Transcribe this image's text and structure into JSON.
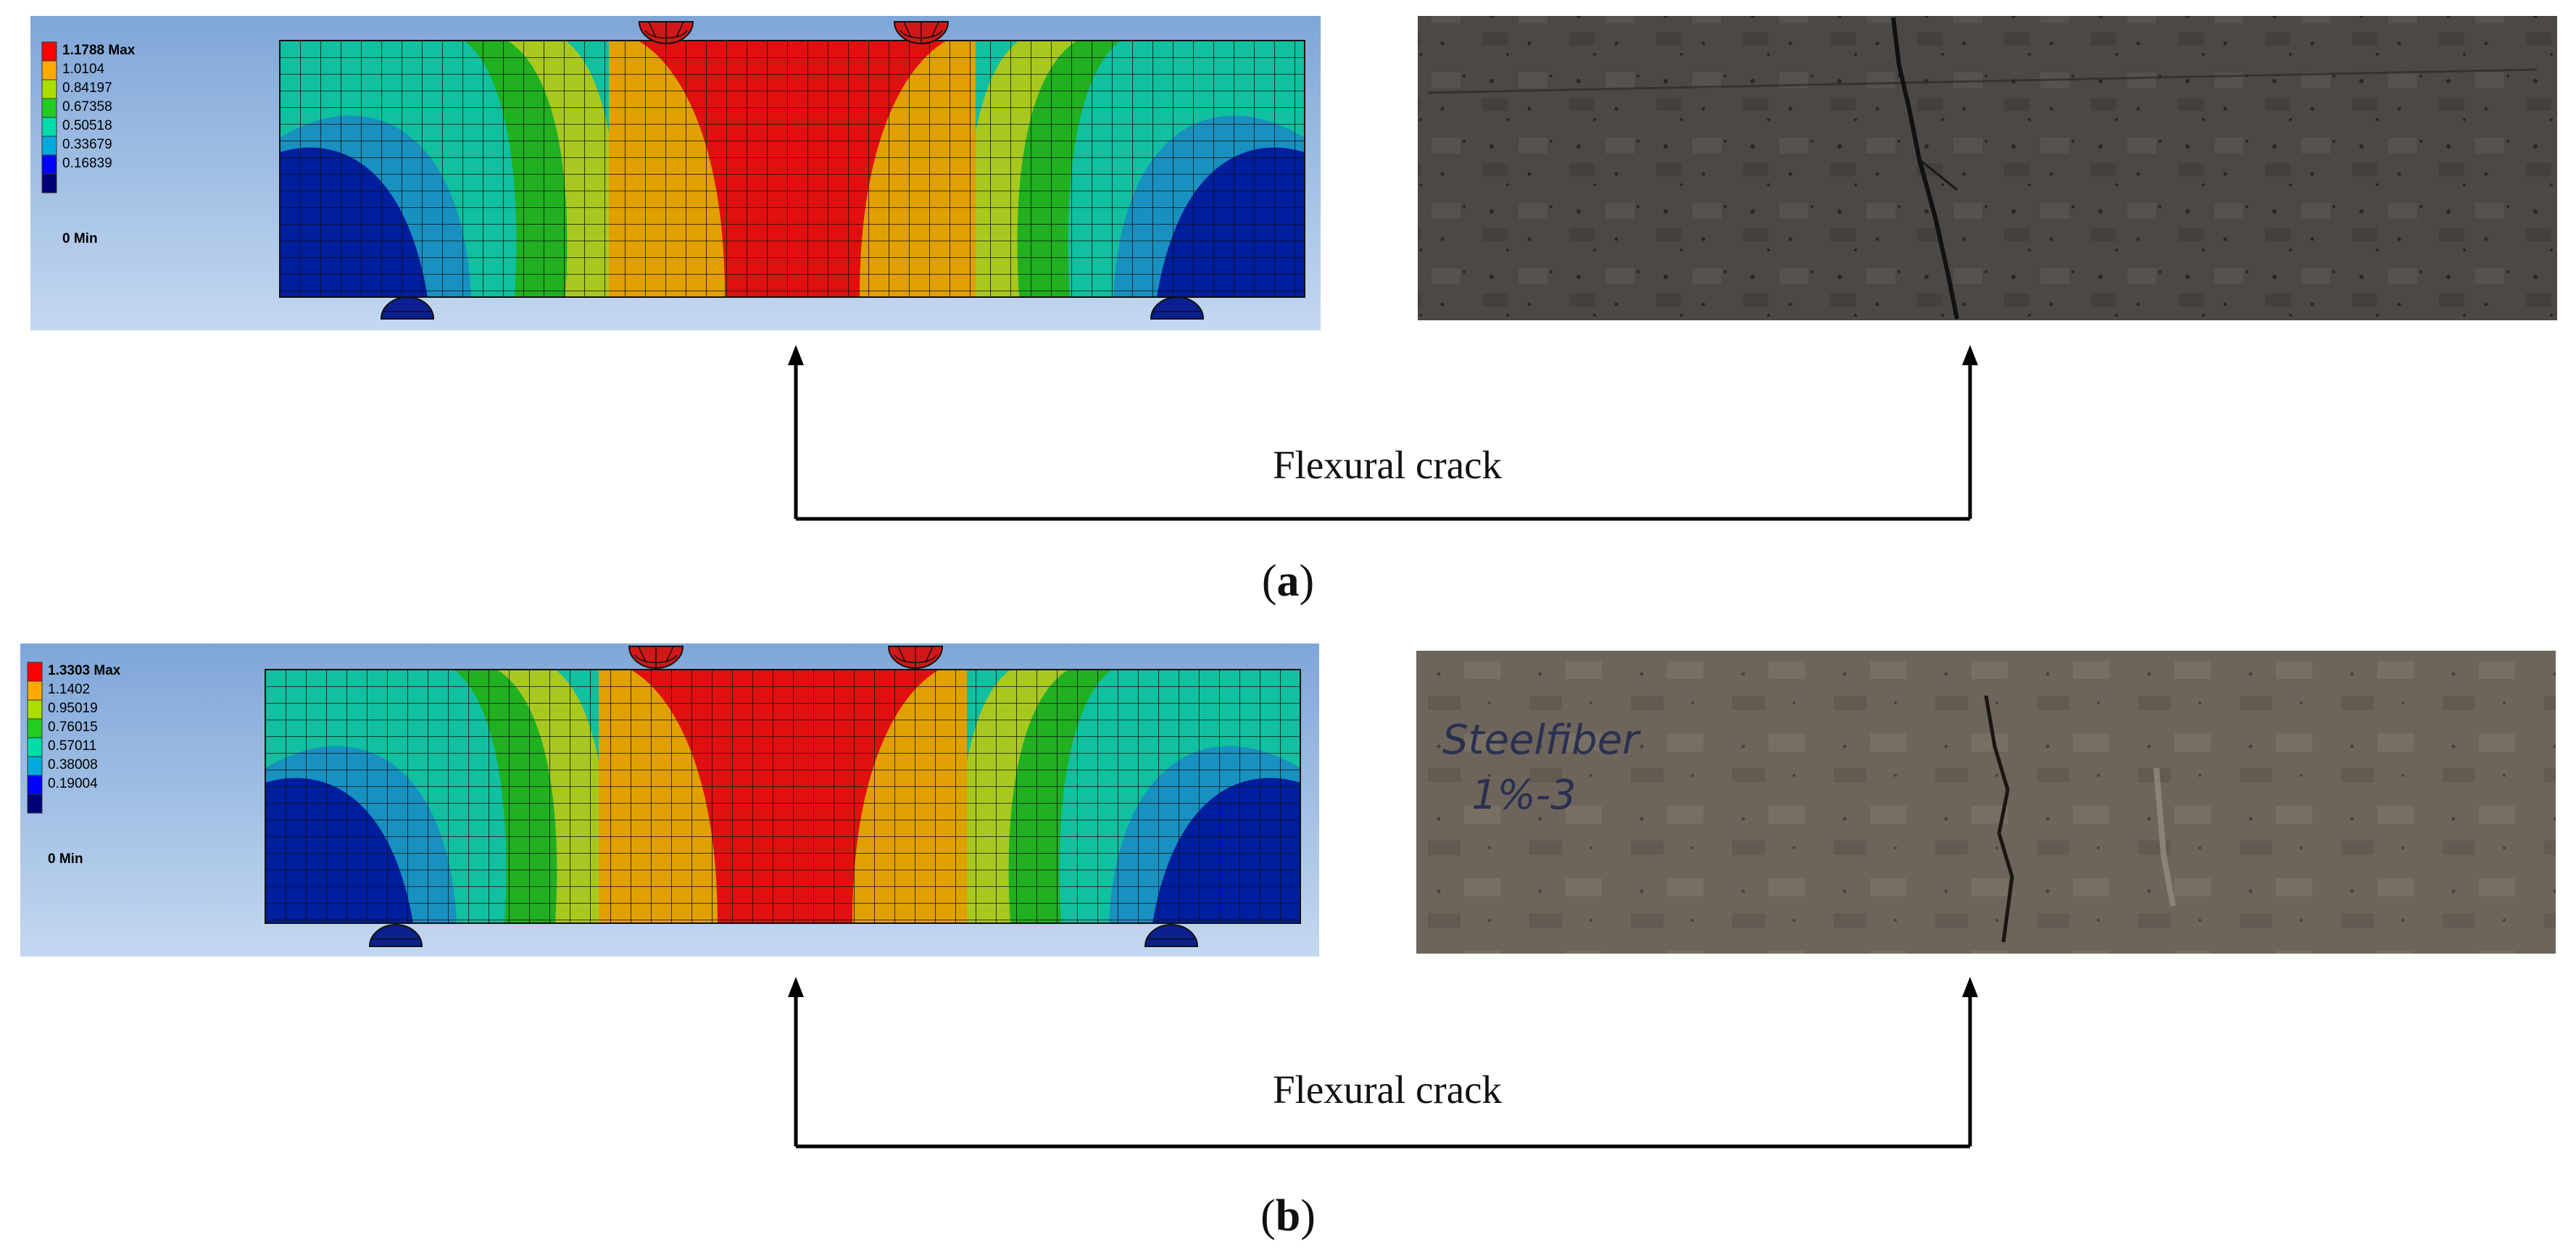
{
  "panels": [
    {
      "id": "a",
      "label_open": "(",
      "label_letter": "a",
      "label_close": ")",
      "legend": [
        "1.1788 Max",
        "1.0104",
        "0.84197",
        "0.67358",
        "0.50518",
        "0.33679",
        "0.16839",
        "0 Min"
      ],
      "annotation": "Flexural crack",
      "photo_text_line1": "",
      "photo_text_line2": ""
    },
    {
      "id": "b",
      "label_open": "(",
      "label_letter": "b",
      "label_close": ")",
      "legend": [
        "1.3303 Max",
        "1.1402",
        "0.95019",
        "0.76015",
        "0.57011",
        "0.38008",
        "0.19004",
        "0 Min"
      ],
      "annotation": "Flexural crack",
      "photo_text_line1": "Steelfiber",
      "photo_text_line2": "1%-3"
    }
  ],
  "colors": {
    "legend_scale": [
      "#ff0000",
      "#ffaa00",
      "#aadd00",
      "#22cc22",
      "#00ddaa",
      "#00aadd",
      "#0000ff",
      "#00007a"
    ],
    "contour": {
      "red": "#e01010",
      "orange": "#e0a000",
      "yellow_green": "#a8c820",
      "green": "#20b020",
      "teal": "#10c0a0",
      "cyan": "#1890c0",
      "blue": "#001e9e"
    },
    "background_gradient": [
      "#7fa6d8",
      "#c4d8f0"
    ],
    "photo_a": "#4b4846",
    "photo_b": "#6d655b",
    "support": "#0a2090",
    "load_pad": "#d01818",
    "arrow": "#000000"
  }
}
